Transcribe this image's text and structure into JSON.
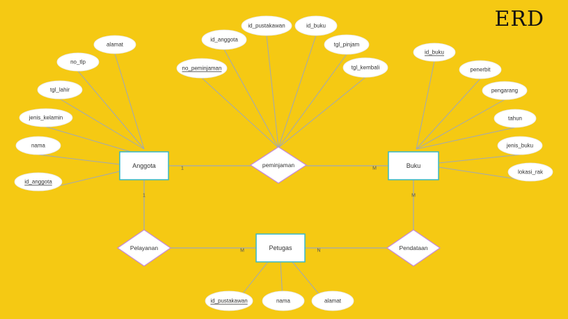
{
  "title": "ERD",
  "colors": {
    "background": "#f5c913",
    "entity_stroke": "#37b8c8",
    "relation_stroke": "#c68bd6",
    "line": "#9fa8b8",
    "text": "#333333"
  },
  "entities": [
    {
      "id": "anggota",
      "label": "Anggota"
    },
    {
      "id": "buku",
      "label": "Buku"
    },
    {
      "id": "petugas",
      "label": "Petugas"
    }
  ],
  "relationships": [
    {
      "id": "peminjaman",
      "label": "peminjaman"
    },
    {
      "id": "pelayanan",
      "label": "Pelayanan"
    },
    {
      "id": "pendataan",
      "label": "Pendataan"
    }
  ],
  "attributes": [
    {
      "id": "anggota-alamat",
      "label": "alamat",
      "key": false
    },
    {
      "id": "anggota-no-tlp",
      "label": "no_tlp",
      "key": false
    },
    {
      "id": "anggota-tgl-lahir",
      "label": "tgl_lahir",
      "key": false
    },
    {
      "id": "anggota-jenis-kelamin",
      "label": "jenis_kelamin",
      "key": false
    },
    {
      "id": "anggota-nama",
      "label": "nama",
      "key": false
    },
    {
      "id": "anggota-id-anggota",
      "label": "id_anggota",
      "key": true
    },
    {
      "id": "pinjam-no-peminjaman",
      "label": "no_peminjaman",
      "key": true
    },
    {
      "id": "pinjam-id-anggota",
      "label": "id_anggota",
      "key": false
    },
    {
      "id": "pinjam-id-pustakawan",
      "label": "id_pustakawan",
      "key": false
    },
    {
      "id": "pinjam-id-buku",
      "label": "id_buku",
      "key": false
    },
    {
      "id": "pinjam-tgl-pinjam",
      "label": "tgl_pinjam",
      "key": false
    },
    {
      "id": "pinjam-tgl-kembali",
      "label": "tgl_kembali",
      "key": false
    },
    {
      "id": "buku-id-buku",
      "label": "id_buku",
      "key": true
    },
    {
      "id": "buku-penerbit",
      "label": "penerbit",
      "key": false
    },
    {
      "id": "buku-pengarang",
      "label": "pengarang",
      "key": false
    },
    {
      "id": "buku-tahun",
      "label": "tahun",
      "key": false
    },
    {
      "id": "buku-jenis-buku",
      "label": "jenis_buku",
      "key": false
    },
    {
      "id": "buku-lokasi-rak",
      "label": "lokasi_rak",
      "key": false
    },
    {
      "id": "petugas-id-pustakawan",
      "label": "id_pustakawan",
      "key": true
    },
    {
      "id": "petugas-nama",
      "label": "nama",
      "key": false
    },
    {
      "id": "petugas-alamat",
      "label": "alamat",
      "key": false
    }
  ],
  "cardinalities": [
    {
      "id": "card-anggota-peminjaman",
      "label": "1"
    },
    {
      "id": "card-buku-peminjaman",
      "label": "M"
    },
    {
      "id": "card-anggota-pelayanan",
      "label": "1"
    },
    {
      "id": "card-petugas-pelayanan",
      "label": "M"
    },
    {
      "id": "card-buku-pendataan",
      "label": "M"
    },
    {
      "id": "card-petugas-pendataan",
      "label": "N"
    }
  ]
}
